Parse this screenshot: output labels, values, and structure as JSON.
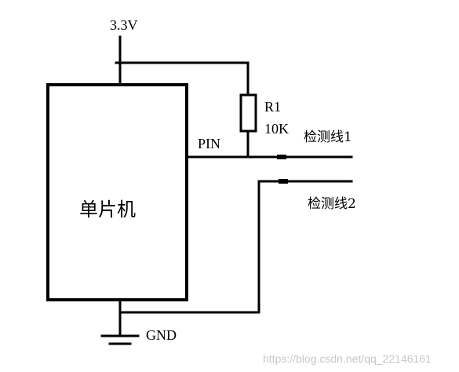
{
  "diagram": {
    "supply_label": "3.3V",
    "ground_label": "GND",
    "mcu_label": "单片机",
    "pin_label": "PIN",
    "resistor": {
      "name": "R1",
      "value": "10K"
    },
    "lines": [
      {
        "label": "检测线1"
      },
      {
        "label": "检测线2"
      }
    ]
  },
  "watermark": "https://blog.csdn.net/qq_22146161"
}
